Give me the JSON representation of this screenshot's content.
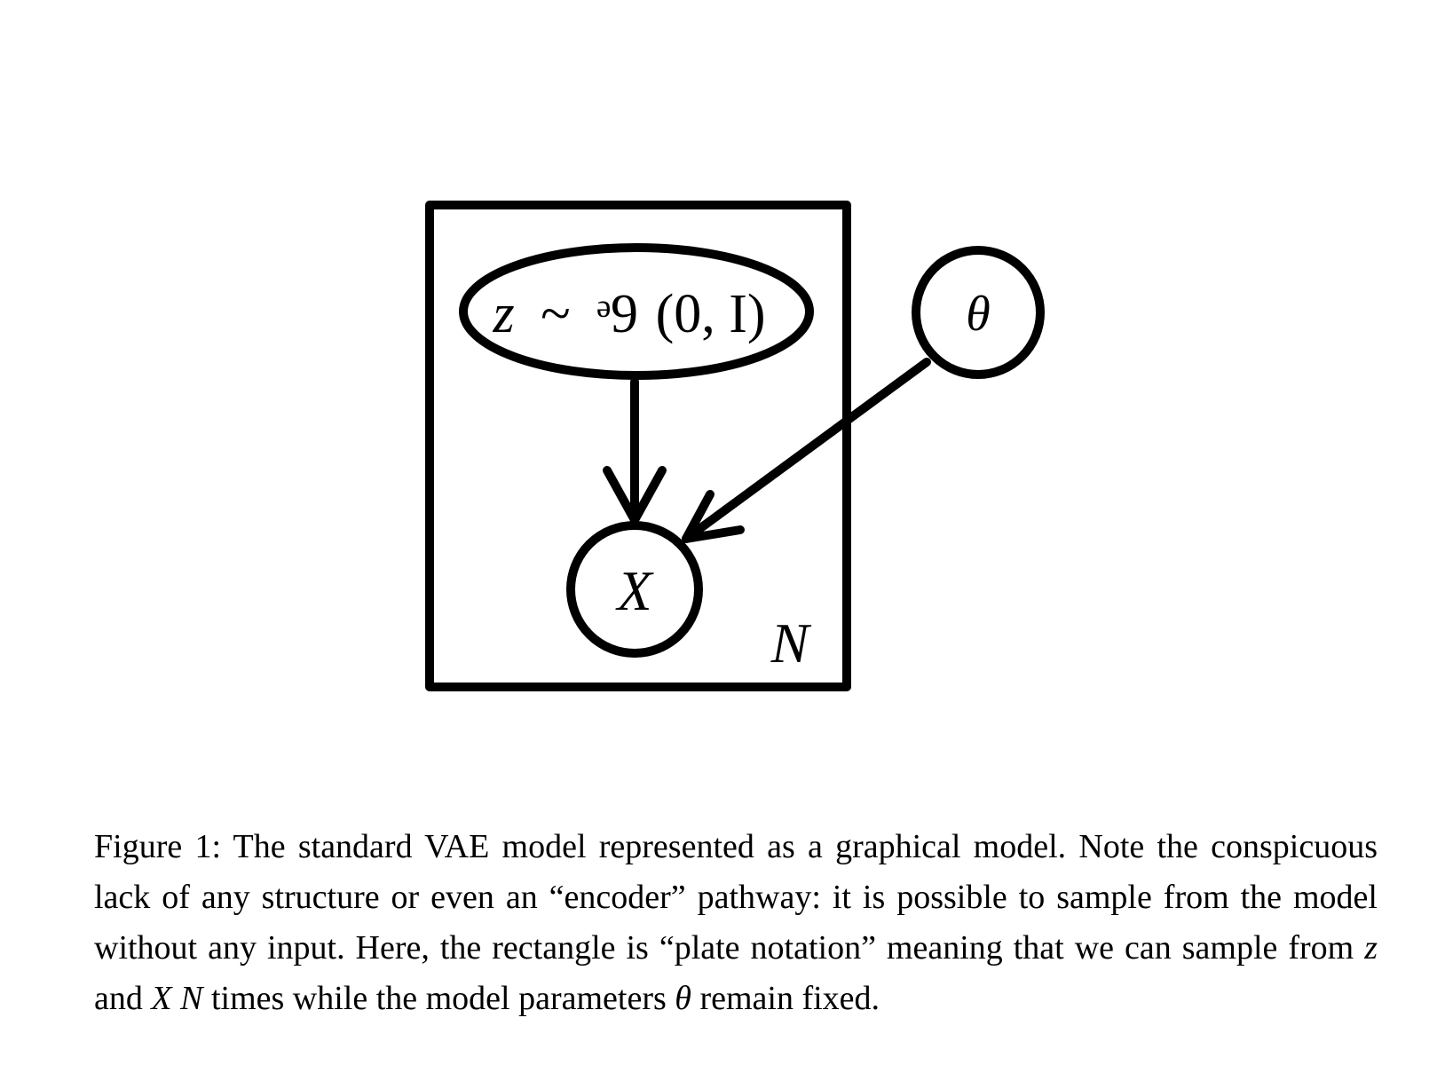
{
  "diagram": {
    "latent_node_label": "z ~ ᵊ9(0, I)",
    "latent_z": "z",
    "latent_tilde": "~",
    "latent_N": "ᵊ9",
    "latent_args": "(0, I)",
    "observed_node_label": "X",
    "parameter_node_label": "θ",
    "plate_label": "N"
  },
  "caption": {
    "full": "Figure 1: The standard VAE model represented as a graphical model. Note the conspicuous lack of any structure or even an “encoder” pathway: it is possible to sample from the model without any input. Here, the rectangle is “plate notation” meaning that we can sample from z and X N times while the model parameters θ remain fixed.",
    "part1": "Figure 1: The standard VAE model represented as a graphical model. Note the conspicuous lack of any structure or even an “encoder” pathway: it is possible to sample from the model without any input. Here, the rectangle is “plate notation” meaning that we can sample from ",
    "var_z": "z",
    "and_word": " and ",
    "var_X": "X",
    "var_N": "N",
    "part2": " times while the model parameters ",
    "var_theta": "θ",
    "part3": " remain fixed."
  }
}
